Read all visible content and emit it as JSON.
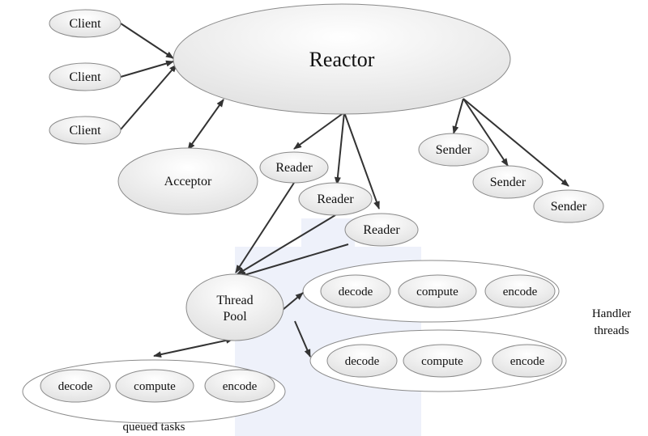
{
  "reactor": "Reactor",
  "clients": [
    "Client",
    "Client",
    "Client"
  ],
  "acceptor": "Acceptor",
  "readers": [
    "Reader",
    "Reader",
    "Reader"
  ],
  "senders": [
    "Sender",
    "Sender",
    "Sender"
  ],
  "thread_pool": {
    "line1": "Thread",
    "line2": "Pool"
  },
  "handler_threads": [
    {
      "tasks": [
        "decode",
        "compute",
        "encode"
      ]
    },
    {
      "tasks": [
        "decode",
        "compute",
        "encode"
      ]
    }
  ],
  "handler_label": {
    "line1": "Handler",
    "line2": "threads"
  },
  "queued_tasks": {
    "tasks": [
      "decode",
      "compute",
      "encode"
    ],
    "label": "queued tasks"
  }
}
